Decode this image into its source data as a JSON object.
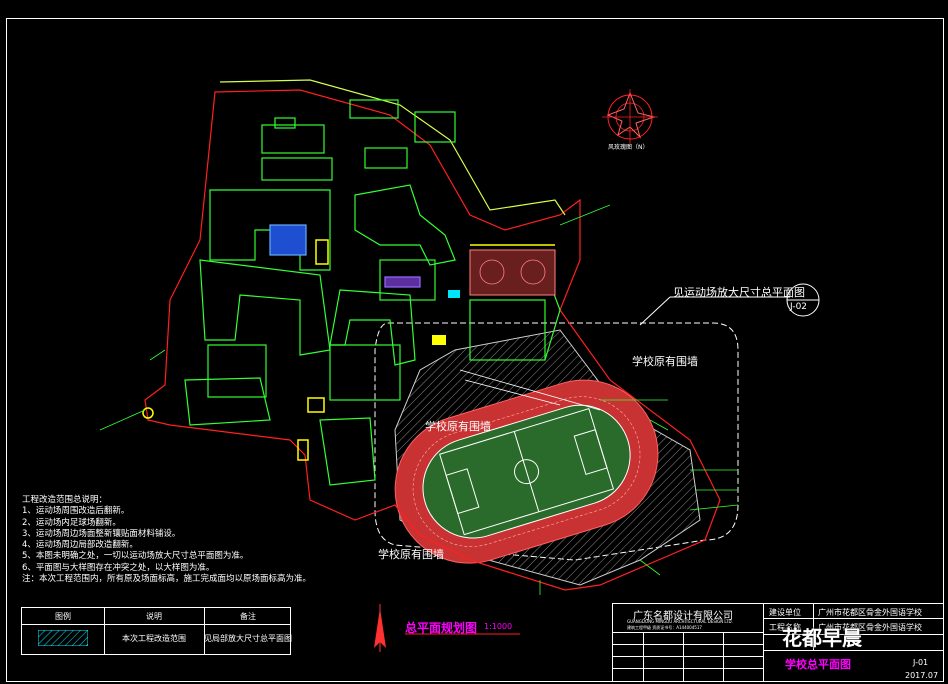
{
  "labels": {
    "detail_callout": "见运动场放大尺寸总平面图",
    "callout_ref": "J-02",
    "existing_wall_1": "学校原有围墙",
    "existing_wall_2": "学校原有围墙",
    "existing_wall_3": "学校原有围墙",
    "plan_title": "总平面规划图",
    "plan_scale": "1:1000",
    "north_label": "风玫瑰图（N）"
  },
  "notes": {
    "title": "工程改造范围总说明：",
    "lines": [
      "1、运动场周围改造后翻新。",
      "2、运动场内足球场翻新。",
      "3、运动场周边场面整新镶贴面材料铺设。",
      "4、运动场周边局部改造翻新。",
      "5、本图未明确之处，一切以运动场放大尺寸总平面图为准。",
      "6、平面图与大样图存在冲突之处，以大样图为准。",
      "注：本次工程范围内，所有原及场面标高，施工完成面均以原场面标高为准。"
    ]
  },
  "legend": {
    "headers": [
      "图例",
      "说明",
      "备注"
    ],
    "row_desc": "本次工程改造范围",
    "row_note": "见局部放大尺寸总平面图"
  },
  "title_block": {
    "company": "广东名都设计有限公司",
    "company_en": "GUANGDONG MINGDU ARCHITECTURAL DESIGN LTD.",
    "cert": "建筑工程甲级 资质证书号：A144004517",
    "field_builder": "建设单位",
    "builder_value": "广州市花都区骨金外国语学校",
    "field_project": "工程名称",
    "project_value": "广州市花都区骨金外国语学校",
    "drawing_name": "学校总平面图",
    "drawing_no": "J-01",
    "date": "2017.07"
  },
  "watermark": "花都早晨",
  "colors": {
    "background": "#000000",
    "green": "#33ff33",
    "red": "#ff2020",
    "yellow": "#ffff00",
    "cyan": "#00e5ff",
    "magenta": "#ff00ff",
    "white": "#ffffff",
    "track": "#c83232",
    "field": "#2a6a2a"
  }
}
